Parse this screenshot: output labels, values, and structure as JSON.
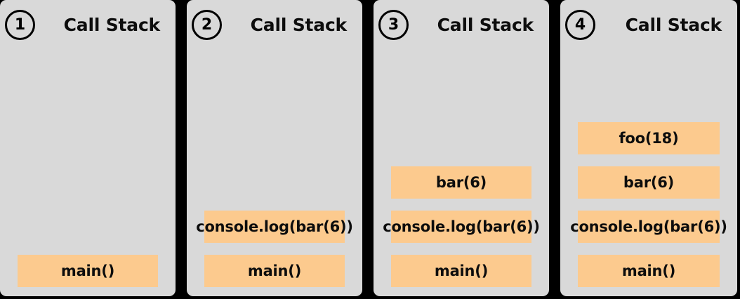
{
  "diagram": {
    "title_label": "Call Stack",
    "colors": {
      "panel_background": "#d9d9d9",
      "page_background": "#000000",
      "frame_fill": "#fcca8e",
      "text": "#0d0d0d"
    },
    "panels": [
      {
        "step": "1",
        "title": "Call Stack",
        "frames": [
          "main()"
        ]
      },
      {
        "step": "2",
        "title": "Call Stack",
        "frames": [
          "console.log(bar(6))",
          "main()"
        ]
      },
      {
        "step": "3",
        "title": "Call Stack",
        "frames": [
          "bar(6)",
          "console.log(bar(6))",
          "main()"
        ]
      },
      {
        "step": "4",
        "title": "Call Stack",
        "frames": [
          "foo(18)",
          "bar(6)",
          "console.log(bar(6))",
          "main()"
        ]
      }
    ]
  }
}
